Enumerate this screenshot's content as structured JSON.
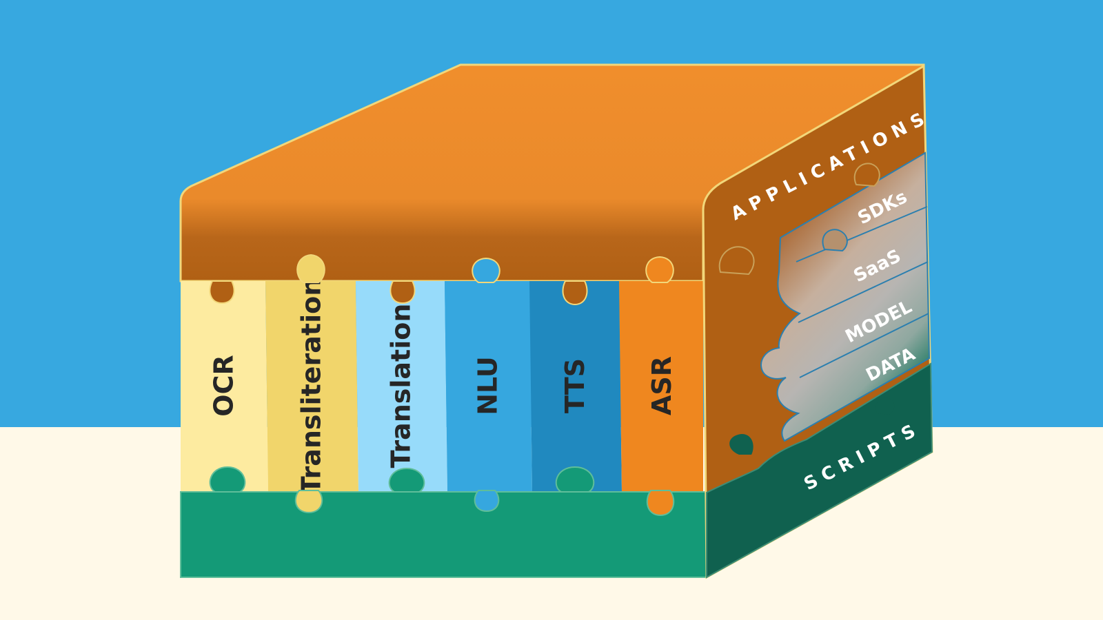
{
  "diagram": {
    "modules": [
      {
        "label": "OCR",
        "color": "#FDEBA0"
      },
      {
        "label": "Transliteration",
        "color": "#F1D56B"
      },
      {
        "label": "Translation",
        "color": "#97DBFA"
      },
      {
        "label": "NLU",
        "color": "#36A7DF"
      },
      {
        "label": "TTS",
        "color": "#2089BF"
      },
      {
        "label": "ASR",
        "color": "#EF871F"
      }
    ],
    "layers": {
      "applications": "APPLICATIONS",
      "sdks": "SDKs",
      "saas": "SaaS",
      "model": "MODEL",
      "data": "DATA",
      "scripts": "SCRIPTS"
    },
    "colors": {
      "sky": "#37A8E0",
      "ground": "#FFF9E8",
      "top_orange": "#EF8B2A",
      "brown": "#B26215",
      "green": "#149A77",
      "dark_green": "#10614F",
      "edge": "#F2D77A"
    }
  }
}
